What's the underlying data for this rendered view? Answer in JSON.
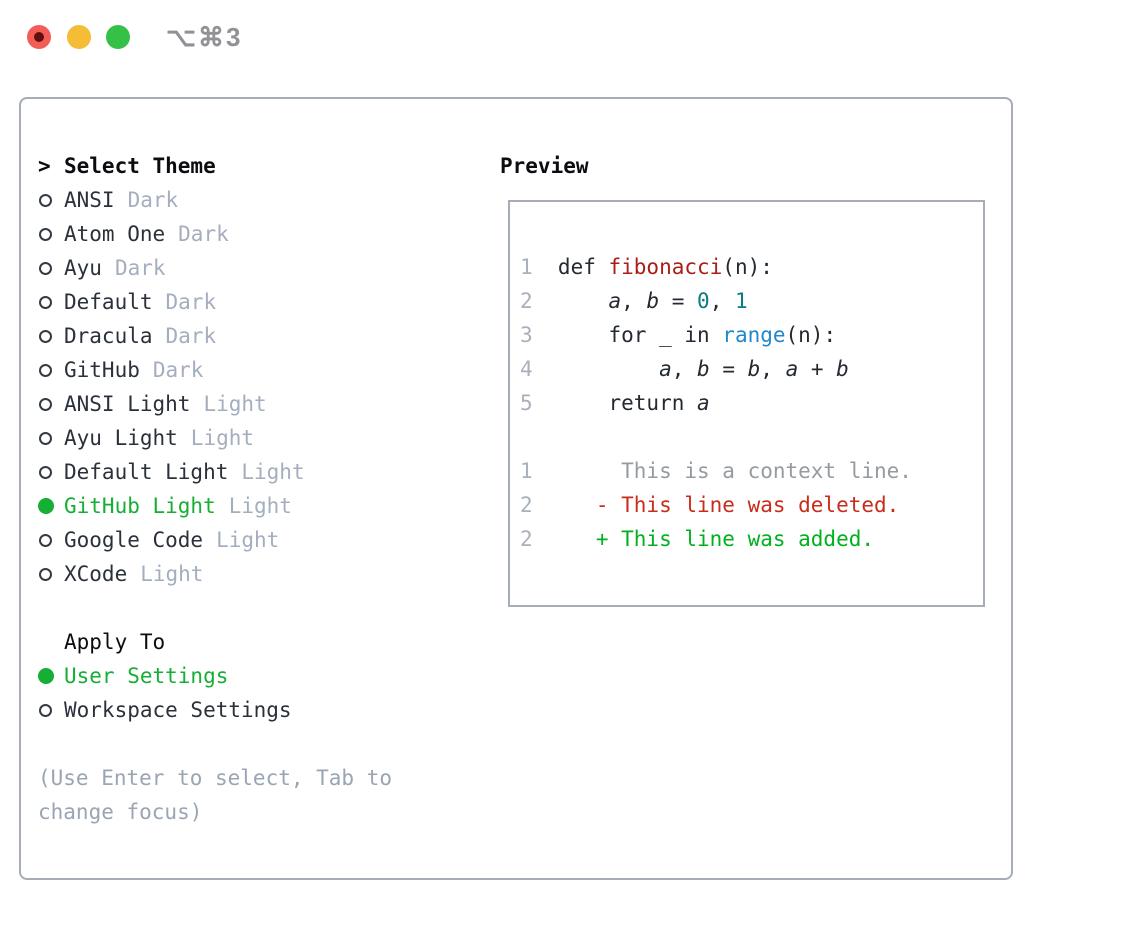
{
  "window": {
    "title": "⌥⌘3",
    "traffic_lights": [
      "close",
      "minimize",
      "zoom"
    ]
  },
  "colors": {
    "accent_green": "#16ae34",
    "added_green": "#00b11e",
    "deleted_red": "#c82d1c",
    "function_red": "#aa1e19",
    "number_teal": "#0b7c7c",
    "builtin_blue": "#2188cd",
    "traffic_red": "#f25e57",
    "traffic_yellow": "#f5bc35",
    "traffic_green": "#35c148"
  },
  "theme_selector": {
    "title": "Select Theme",
    "title_prefix": ">",
    "items": [
      {
        "name": "ANSI",
        "tag": "Dark",
        "selected": false
      },
      {
        "name": "Atom One",
        "tag": "Dark",
        "selected": false
      },
      {
        "name": "Ayu",
        "tag": "Dark",
        "selected": false
      },
      {
        "name": "Default",
        "tag": "Dark",
        "selected": false
      },
      {
        "name": "Dracula",
        "tag": "Dark",
        "selected": false
      },
      {
        "name": "GitHub",
        "tag": "Dark",
        "selected": false
      },
      {
        "name": "ANSI Light",
        "tag": "Light",
        "selected": false
      },
      {
        "name": "Ayu Light",
        "tag": "Light",
        "selected": false
      },
      {
        "name": "Default Light",
        "tag": "Light",
        "selected": false
      },
      {
        "name": "GitHub Light",
        "tag": "Light",
        "selected": true
      },
      {
        "name": "Google Code",
        "tag": "Light",
        "selected": false
      },
      {
        "name": "XCode",
        "tag": "Light",
        "selected": false
      }
    ]
  },
  "apply_to": {
    "title": "Apply To",
    "options": [
      {
        "name": "User Settings",
        "selected": true
      },
      {
        "name": "Workspace Settings",
        "selected": false
      }
    ]
  },
  "hint": "(Use Enter to select, Tab to change focus)",
  "preview": {
    "title": "Preview",
    "lines": [
      {
        "num": "1",
        "segments": [
          {
            "t": "def ",
            "type": "keyword"
          },
          {
            "t": "fibonacci",
            "type": "function"
          },
          {
            "t": "(n):",
            "type": "plain"
          }
        ]
      },
      {
        "num": "2",
        "segments": [
          {
            "t": "    ",
            "type": "plain"
          },
          {
            "t": "a",
            "type": "variable"
          },
          {
            "t": ", ",
            "type": "plain"
          },
          {
            "t": "b",
            "type": "variable"
          },
          {
            "t": " = ",
            "type": "plain"
          },
          {
            "t": "0",
            "type": "number"
          },
          {
            "t": ", ",
            "type": "plain"
          },
          {
            "t": "1",
            "type": "number"
          }
        ]
      },
      {
        "num": "3",
        "segments": [
          {
            "t": "    for _ in ",
            "type": "plain"
          },
          {
            "t": "range",
            "type": "builtin"
          },
          {
            "t": "(n):",
            "type": "plain"
          }
        ]
      },
      {
        "num": "4",
        "segments": [
          {
            "t": "        ",
            "type": "plain"
          },
          {
            "t": "a",
            "type": "variable"
          },
          {
            "t": ", ",
            "type": "plain"
          },
          {
            "t": "b",
            "type": "variable"
          },
          {
            "t": " = ",
            "type": "plain"
          },
          {
            "t": "b",
            "type": "variable"
          },
          {
            "t": ", ",
            "type": "plain"
          },
          {
            "t": "a",
            "type": "variable"
          },
          {
            "t": " + ",
            "type": "plain"
          },
          {
            "t": "b",
            "type": "variable"
          }
        ]
      },
      {
        "num": "5",
        "segments": [
          {
            "t": "    return ",
            "type": "plain"
          },
          {
            "t": "a",
            "type": "variable"
          }
        ]
      },
      {
        "num": "",
        "segments": []
      },
      {
        "num": "1",
        "segments": [
          {
            "t": "     This is a context line.",
            "type": "context"
          }
        ]
      },
      {
        "num": "2",
        "segments": [
          {
            "t": "   - This line was deleted.",
            "type": "deleted"
          }
        ]
      },
      {
        "num": "2",
        "segments": [
          {
            "t": "   + This line was added.",
            "type": "added"
          }
        ]
      }
    ]
  }
}
